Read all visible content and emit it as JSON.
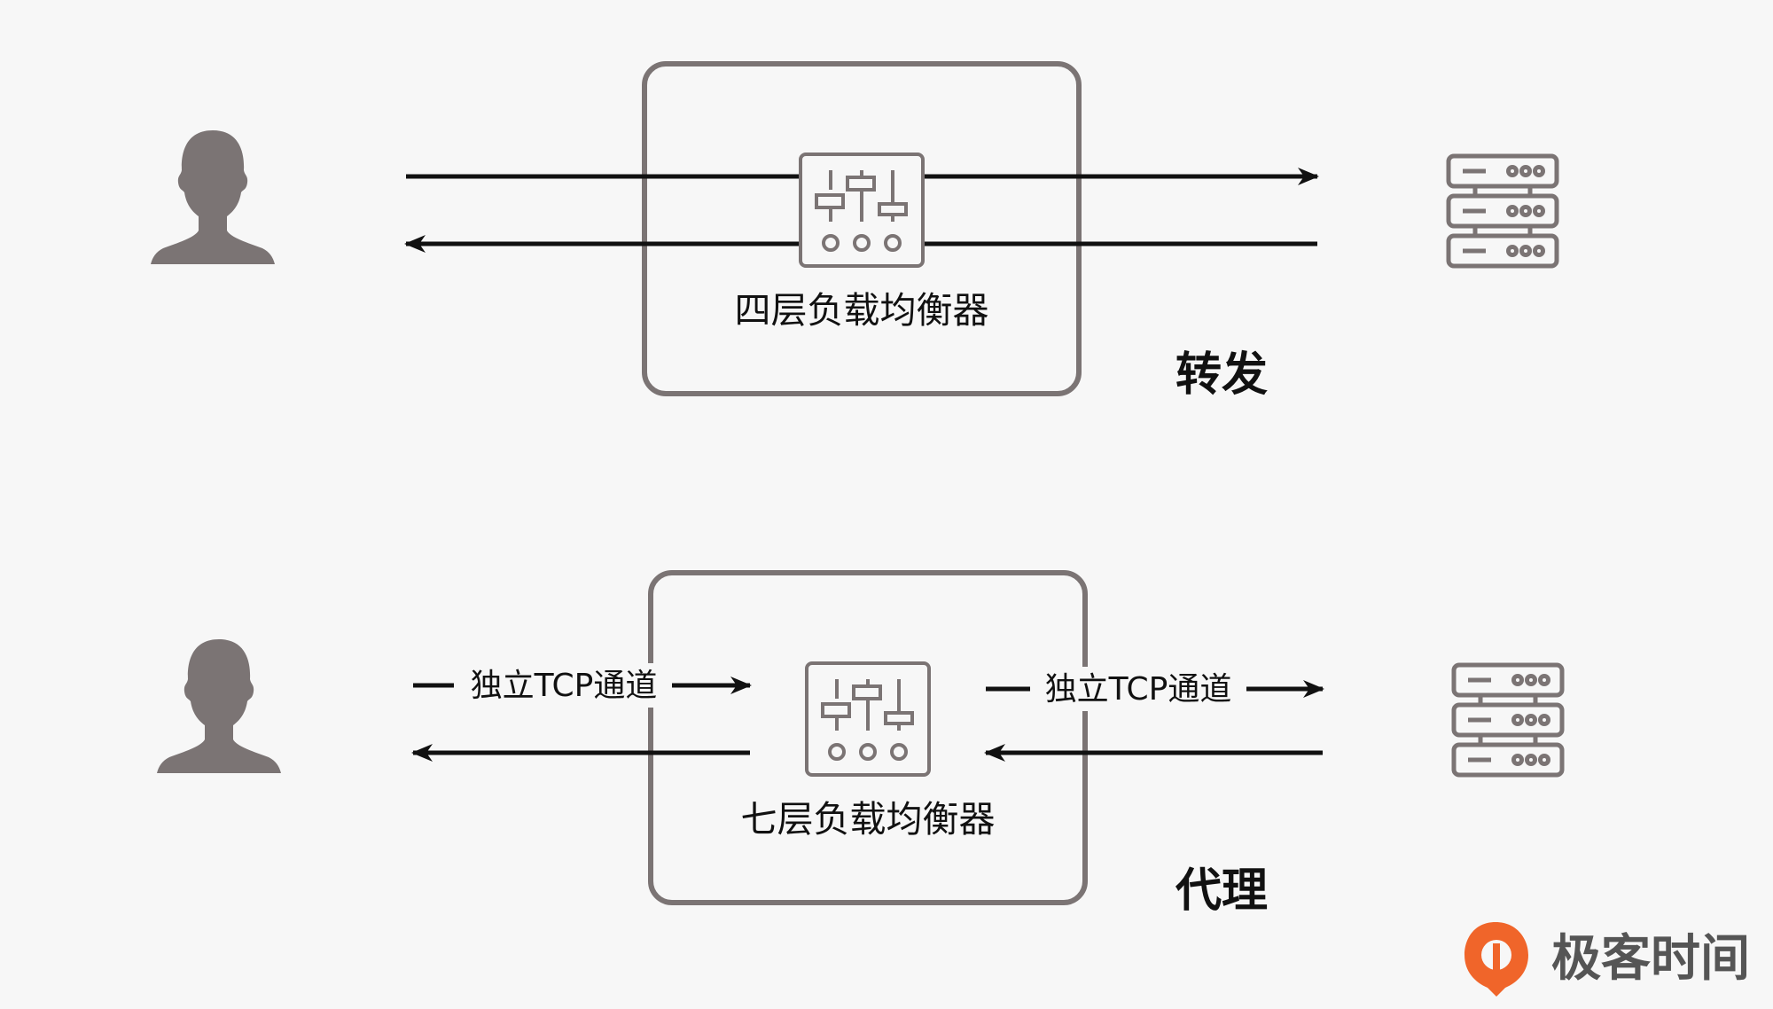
{
  "colors": {
    "background": "#f7f7f7",
    "icon_gray": "#7b7474",
    "box_stroke": "#7b7474",
    "arrow": "#111111",
    "brand_orange": "#f0652a"
  },
  "top_section": {
    "box_label": "四层负载均衡器",
    "mode_label": "转发"
  },
  "bottom_section": {
    "box_label": "七层负载均衡器",
    "mode_label": "代理",
    "left_channel_label": "独立TCP通道",
    "right_channel_label": "独立TCP通道"
  },
  "icons": {
    "client": "user-silhouette-icon",
    "server": "server-rack-icon",
    "balancer": "mixer-sliders-icon",
    "brand": "geektime-logo-icon"
  },
  "brand": {
    "name": "极客时间"
  }
}
